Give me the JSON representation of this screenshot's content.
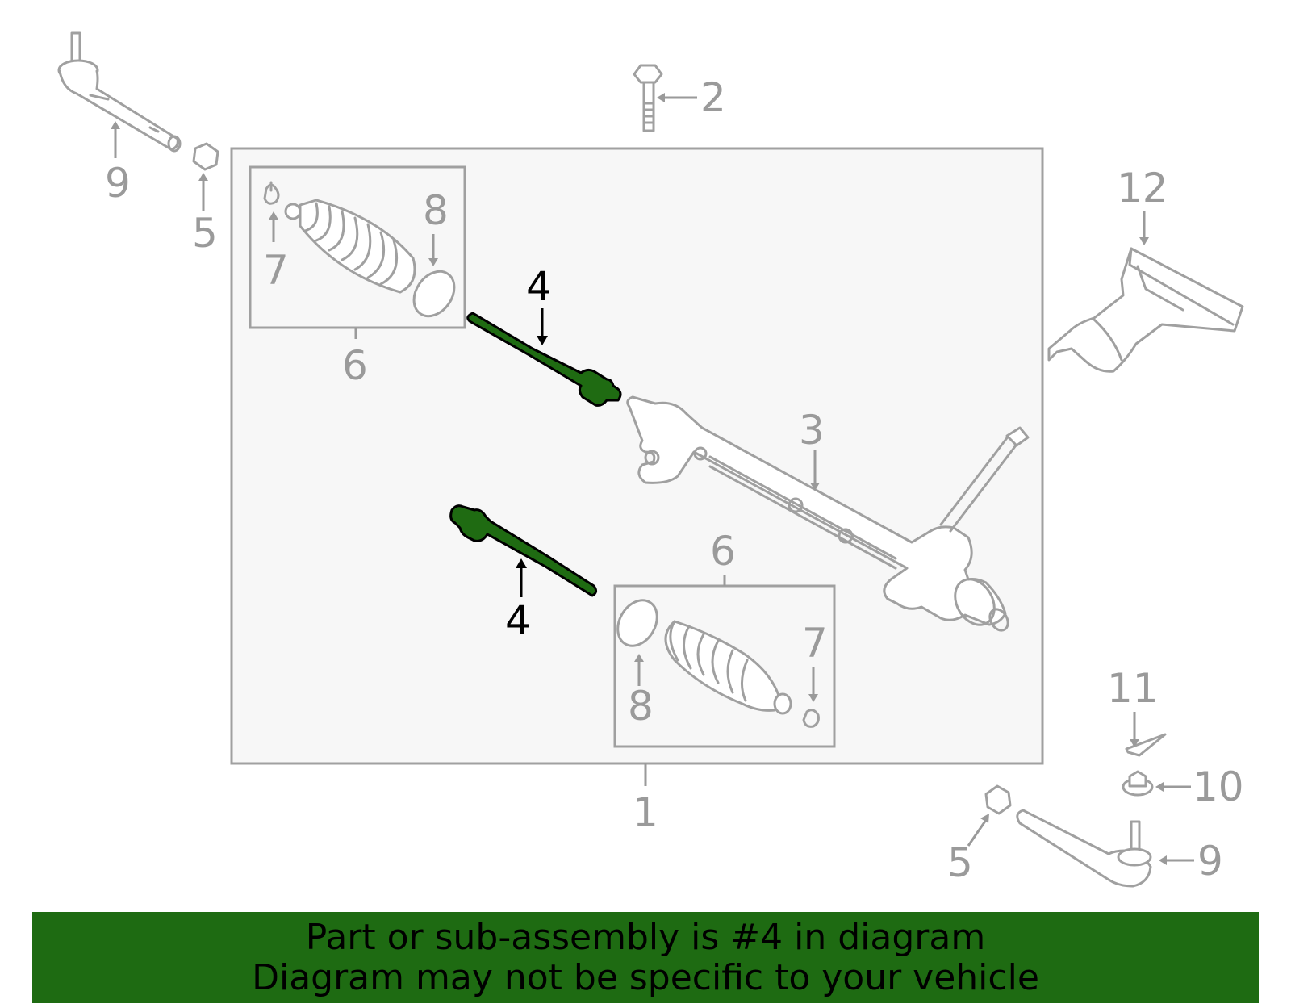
{
  "banner": {
    "line1": "Part or sub-assembly is #4 in diagram",
    "line2": "Diagram may not be specific to your vehicle",
    "background_color": "#1e6b12"
  },
  "highlight": {
    "part_number": "4",
    "color": "#1f6b12"
  },
  "callouts": {
    "n1": "1",
    "n2": "2",
    "n3": "3",
    "n4": "4",
    "n5": "5",
    "n6": "6",
    "n7": "7",
    "n8": "8",
    "n9": "9",
    "n10": "10",
    "n11": "11",
    "n12": "12"
  }
}
